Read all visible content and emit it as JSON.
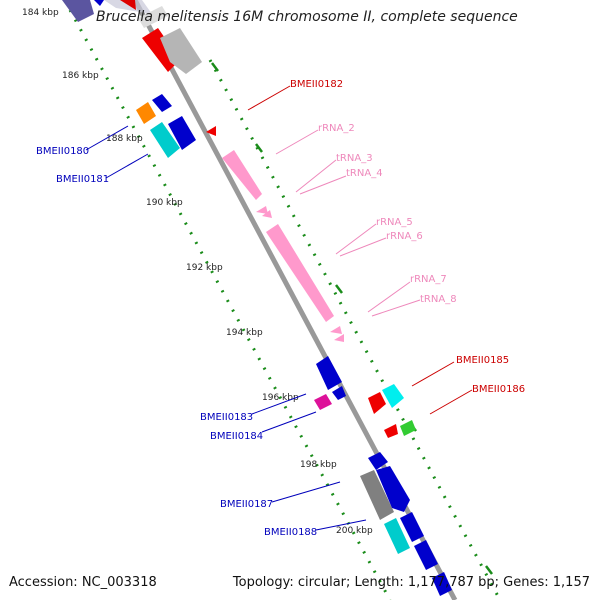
{
  "title": "Brucella melitensis 16M chromosome II, complete sequence",
  "footer": {
    "accession": "Accession: NC_003318",
    "summary": "Topology: circular; Length: 1,177,787 bp; Genes: 1,157"
  },
  "ticks": [
    "184 kbp",
    "186 kbp",
    "188 kbp",
    "190 kbp",
    "192 kbp",
    "194 kbp",
    "196 kbp",
    "198 kbp",
    "200 kbp"
  ],
  "labels": {
    "left": [
      "BMEII0180",
      "BMEII0181",
      "BMEII0183",
      "BMEII0184",
      "BMEII0187",
      "BMEII0188"
    ],
    "right_red": [
      "BMEII0182",
      "BMEII0185",
      "BMEII0186"
    ],
    "right_rna": [
      "rRNA_2",
      "tRNA_3",
      "tRNA_4",
      "rRNA_5",
      "rRNA_6",
      "rRNA_7",
      "tRNA_8"
    ]
  },
  "colors": {
    "left_label": "#0000bb",
    "red_label": "#cc0000",
    "rna_label": "#ee88bb",
    "backbone": "#9a9a9a",
    "tick_dot": "#1a8c1a"
  }
}
